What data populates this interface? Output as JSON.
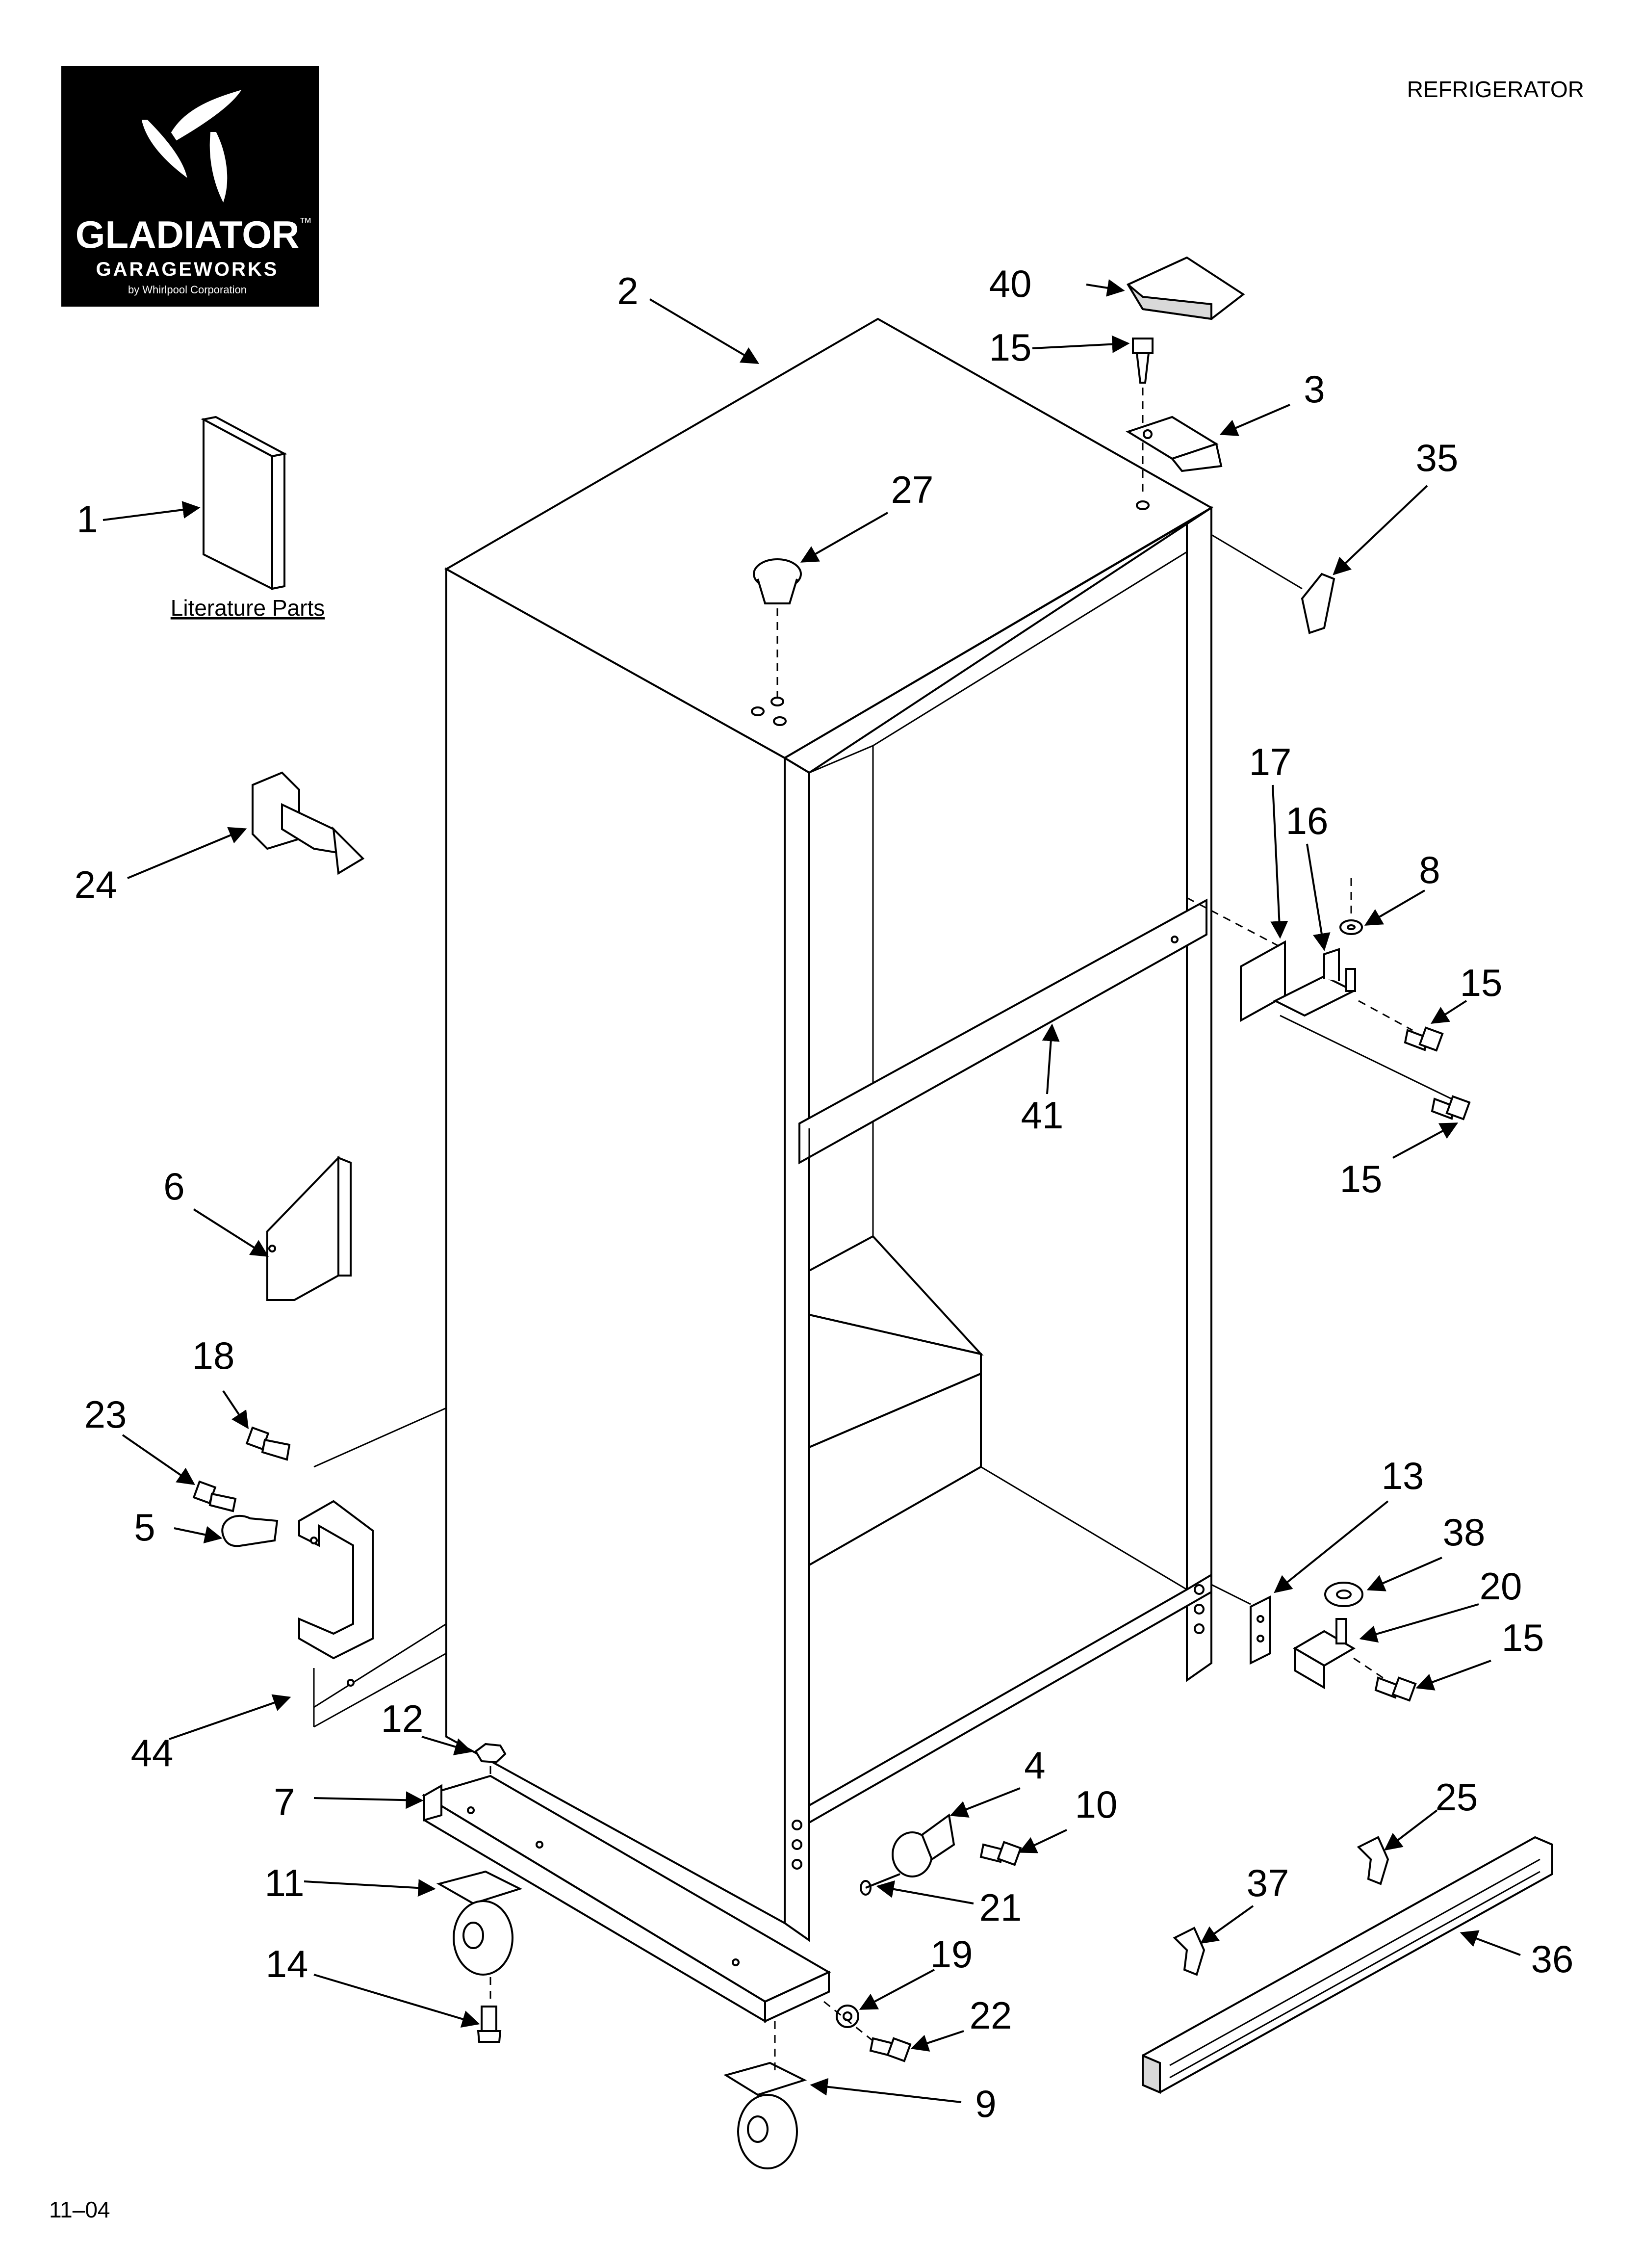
{
  "header": {
    "title": "REFRIGERATOR"
  },
  "logo": {
    "brand": "GLADIATOR",
    "tm": "™",
    "line": "GARAGEWORKS",
    "byline": "by Whirlpool Corporation"
  },
  "literature_label": "Literature Parts",
  "footer": {
    "code": "11–04"
  },
  "callouts": {
    "c1": "1",
    "c2": "2",
    "c3": "3",
    "c4": "4",
    "c5": "5",
    "c6": "6",
    "c7": "7",
    "c8": "8",
    "c9": "9",
    "c10": "10",
    "c11": "11",
    "c12": "12",
    "c13": "13",
    "c14": "14",
    "c15a": "15",
    "c15b": "15",
    "c15c": "15",
    "c15d": "15",
    "c16": "16",
    "c17": "17",
    "c18": "18",
    "c19": "19",
    "c20": "20",
    "c21": "21",
    "c22": "22",
    "c23": "23",
    "c24": "24",
    "c25": "25",
    "c27": "27",
    "c35": "35",
    "c36": "36",
    "c37": "37",
    "c38": "38",
    "c40": "40",
    "c41": "41",
    "c44": "44"
  }
}
